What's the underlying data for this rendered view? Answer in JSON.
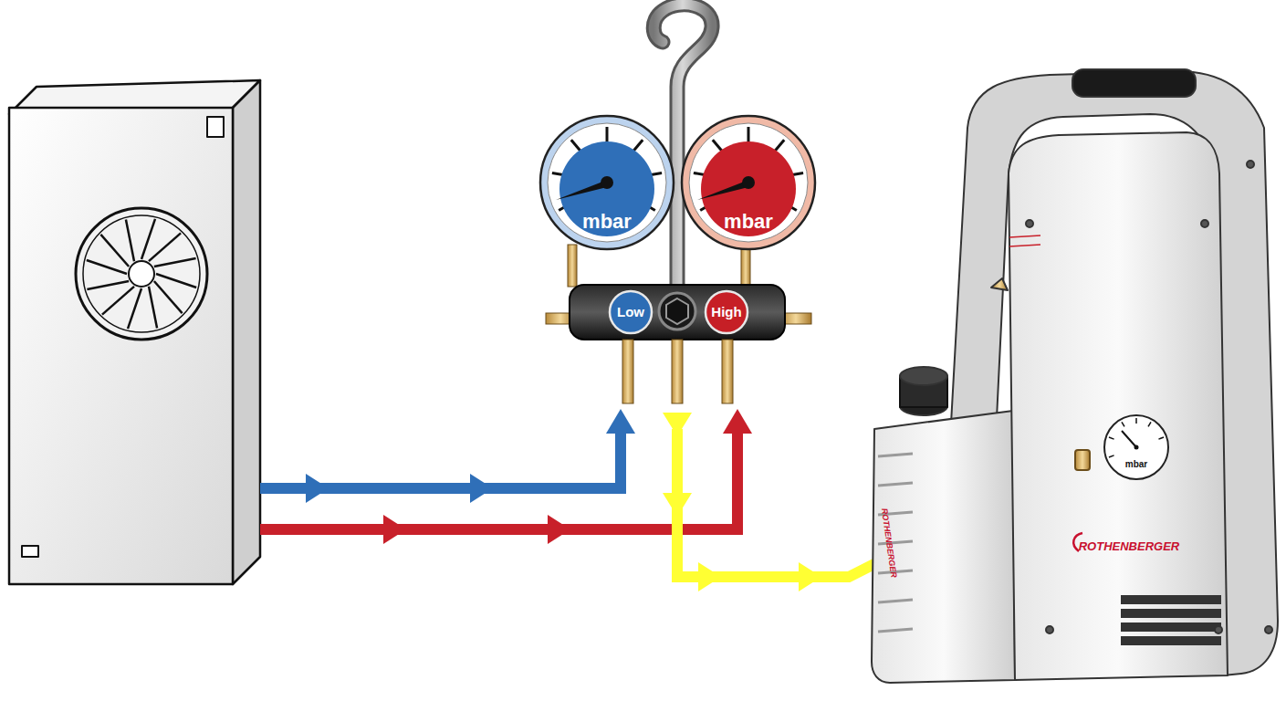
{
  "diagram": {
    "nodes": [
      {
        "text": [
          "mbar"
        ]
      },
      {
        "text": [
          "mbar"
        ]
      },
      {
        "text": [
          "Low"
        ]
      },
      {
        "text": [
          "High"
        ]
      },
      {
        "text": [
          "ROTHENBERGER"
        ]
      },
      {
        "text": [
          "mbar"
        ],
        "in": 4
      }
    ],
    "labels": [
      "ROTHENBERGER"
    ]
  }
}
